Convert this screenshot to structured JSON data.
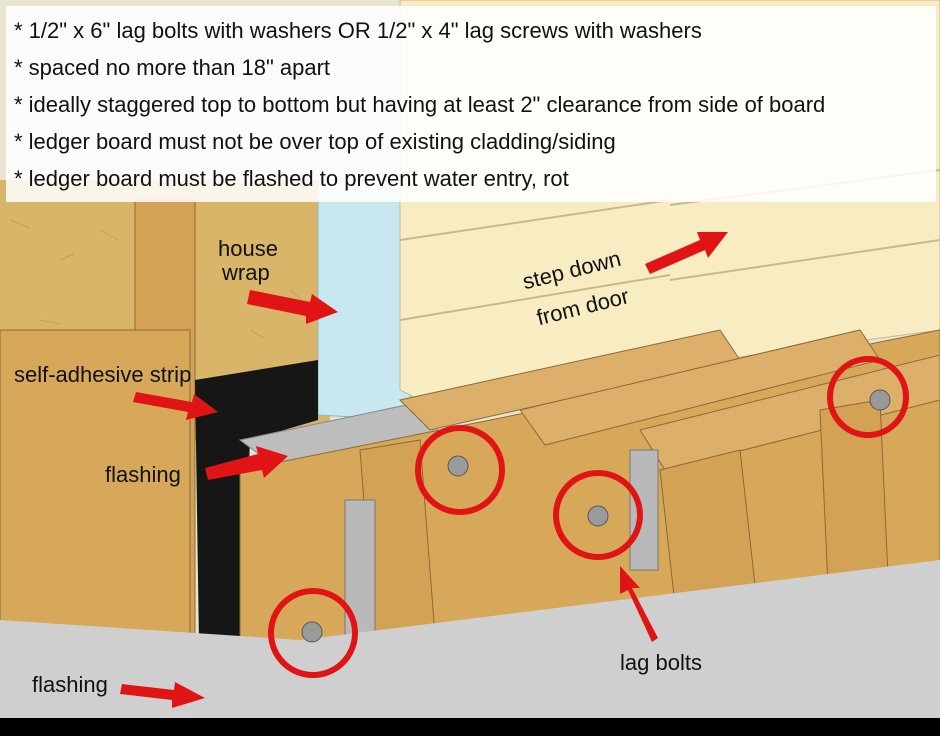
{
  "notes": [
    "* 1/2\" x 6\" lag bolts with washers OR 1/2\" x 4\" lag screws with washers",
    "* spaced no more than 18\" apart",
    "* ideally staggered top to bottom but having at least 2\" clearance from side of board",
    "* ledger board must not be over top of existing cladding/siding",
    "* ledger board must be flashed to prevent water entry, rot"
  ],
  "labels": {
    "house_wrap_1": "house",
    "house_wrap_2": "wrap",
    "step_down_1": "step down",
    "step_down_2": "from door",
    "self_adhesive": "self-adhesive strip",
    "flashing_mid": "flashing",
    "flashing_low": "flashing",
    "lag_bolts": "lag bolts"
  },
  "colors": {
    "osb": "#d9b56a",
    "lumber": "#d7a85a",
    "siding": "#f7ecc2",
    "wrap": "#c9e7ef",
    "membrane": "#161616",
    "concrete": "#cfcfcf",
    "highlight": "#e01414"
  }
}
